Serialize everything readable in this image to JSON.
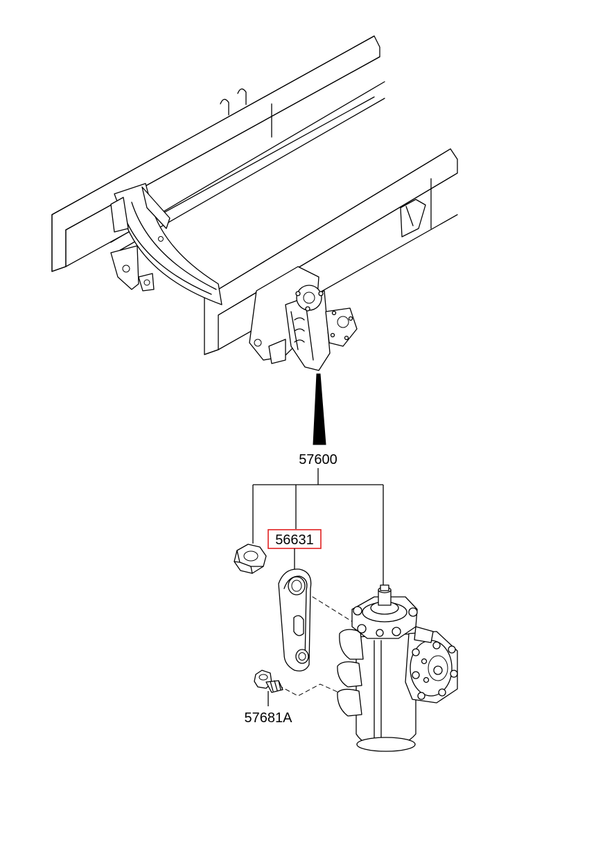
{
  "labels": {
    "assembly": "57600",
    "pitman_arm": "56631",
    "bolt": "57681A"
  },
  "highlight_color": "#e02020"
}
